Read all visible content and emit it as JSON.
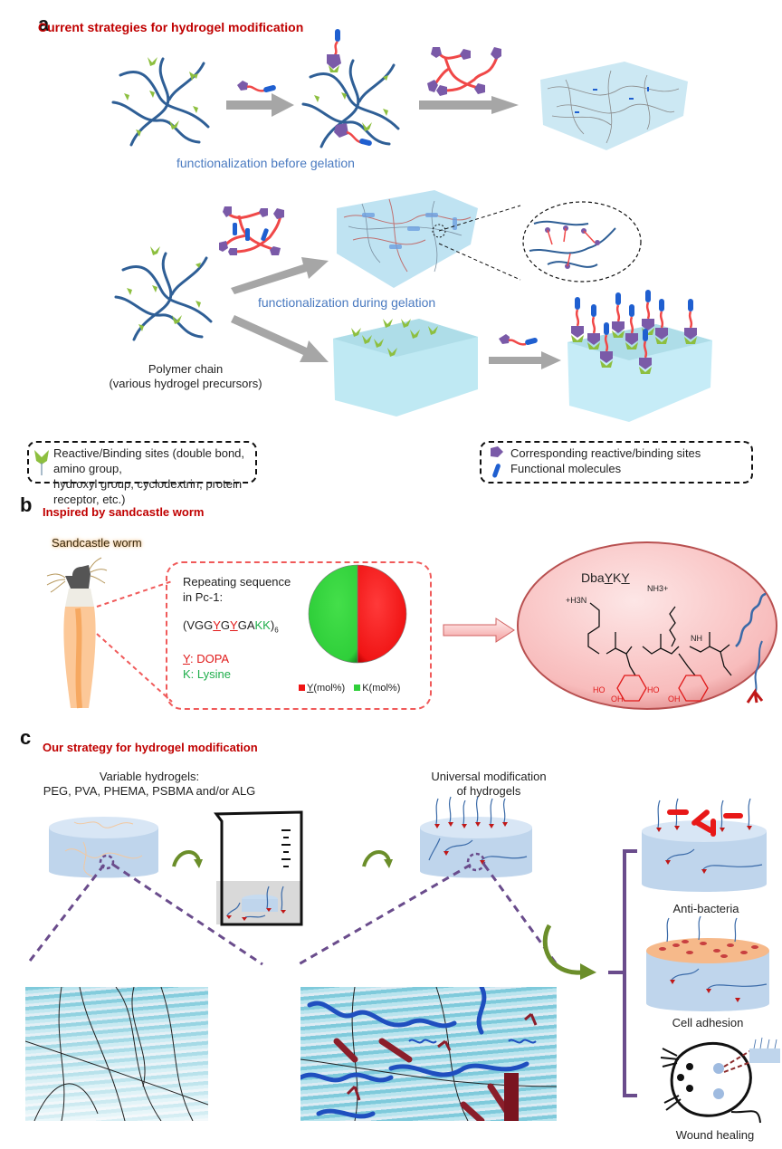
{
  "panel_a": {
    "letter": "a",
    "title": "Current strategies for hydrogel modification",
    "caption_before": "functionalization before gelation",
    "caption_during": "functionalization during gelation",
    "polymer_label_line1": "Polymer chain",
    "polymer_label_line2": "(various hydrogel precursors)",
    "legend_left": {
      "icon": "green-reactive-site-icon",
      "line1": "Reactive/Binding sites (double bond, amino group,",
      "line2": "hydroxyl group, cyclodextrin, protein receptor, etc.)"
    },
    "legend_right": {
      "items": [
        {
          "icon": "purple-pentagon-icon",
          "label": "Corresponding reactive/binding sites"
        },
        {
          "icon": "blue-rod-icon",
          "label": "Functional molecules"
        }
      ]
    }
  },
  "panel_b": {
    "letter": "b",
    "title": "Inspired by sandcastle worm",
    "worm_label": "Sandcastle worm",
    "seq_label_line1": "Repeating sequence",
    "seq_label_line2": "in Pc-1:",
    "sequence": {
      "prefix": "(VGG",
      "y1": "Y",
      "mid1": "G",
      "y2": "Y",
      "mid2": "GA",
      "kk": "KK",
      "suffix": ")",
      "subscript": "6"
    },
    "key_y_letter": "Y",
    "key_y_text": ": DOPA",
    "key_k_text": "K: Lysine",
    "molecule_name_prefix": "Dba",
    "molecule_name_y1": "Y",
    "molecule_name_k": "K",
    "molecule_name_y2": "Y",
    "chem_labels": {
      "nh3_left": "+H3N",
      "nh3_top": "NH3+",
      "nh": "NH",
      "n": "N",
      "h": "H",
      "o": "O",
      "ho": "HO",
      "oh": "OH"
    }
  },
  "chart_data": {
    "type": "pie",
    "title": "",
    "categories": [
      "Y(mol%)",
      "K(mol%)"
    ],
    "values": [
      50,
      50
    ],
    "colors": [
      "#f01414",
      "#2fcf3a"
    ],
    "legend_position": "bottom",
    "legend": [
      {
        "prefix": "",
        "underlined": "Y",
        "suffix": "(mol%)"
      },
      {
        "prefix": "K",
        "underlined": "",
        "suffix": "(mol%)"
      }
    ]
  },
  "panel_c": {
    "letter": "c",
    "title": "Our strategy for hydrogel modification",
    "hydrogels_line1": "Variable hydrogels:",
    "hydrogels_line2": "PEG, PVA, PHEMA, PSBMA and/or ALG",
    "universal_line1": "Universal modification",
    "universal_line2": "of hydrogels",
    "applications": [
      {
        "label": "Anti-bacteria"
      },
      {
        "label": "Cell adhesion"
      },
      {
        "label": "Wound healing"
      }
    ]
  },
  "colors": {
    "title_red": "#c00000",
    "caption_blue": "#4a7ac0",
    "polymer_blue": "#2f5f96",
    "site_green": "#8dbf3f",
    "pentagon_purple": "#7a5aa8",
    "linker_red": "#f04848",
    "rod_blue": "#1f5fd0",
    "gel_blue": "#c6e6f2",
    "arrow_gray": "#a6a6a6",
    "dashed_purple": "#6a4c8c",
    "curved_arrow_green": "#6b8e2a"
  }
}
